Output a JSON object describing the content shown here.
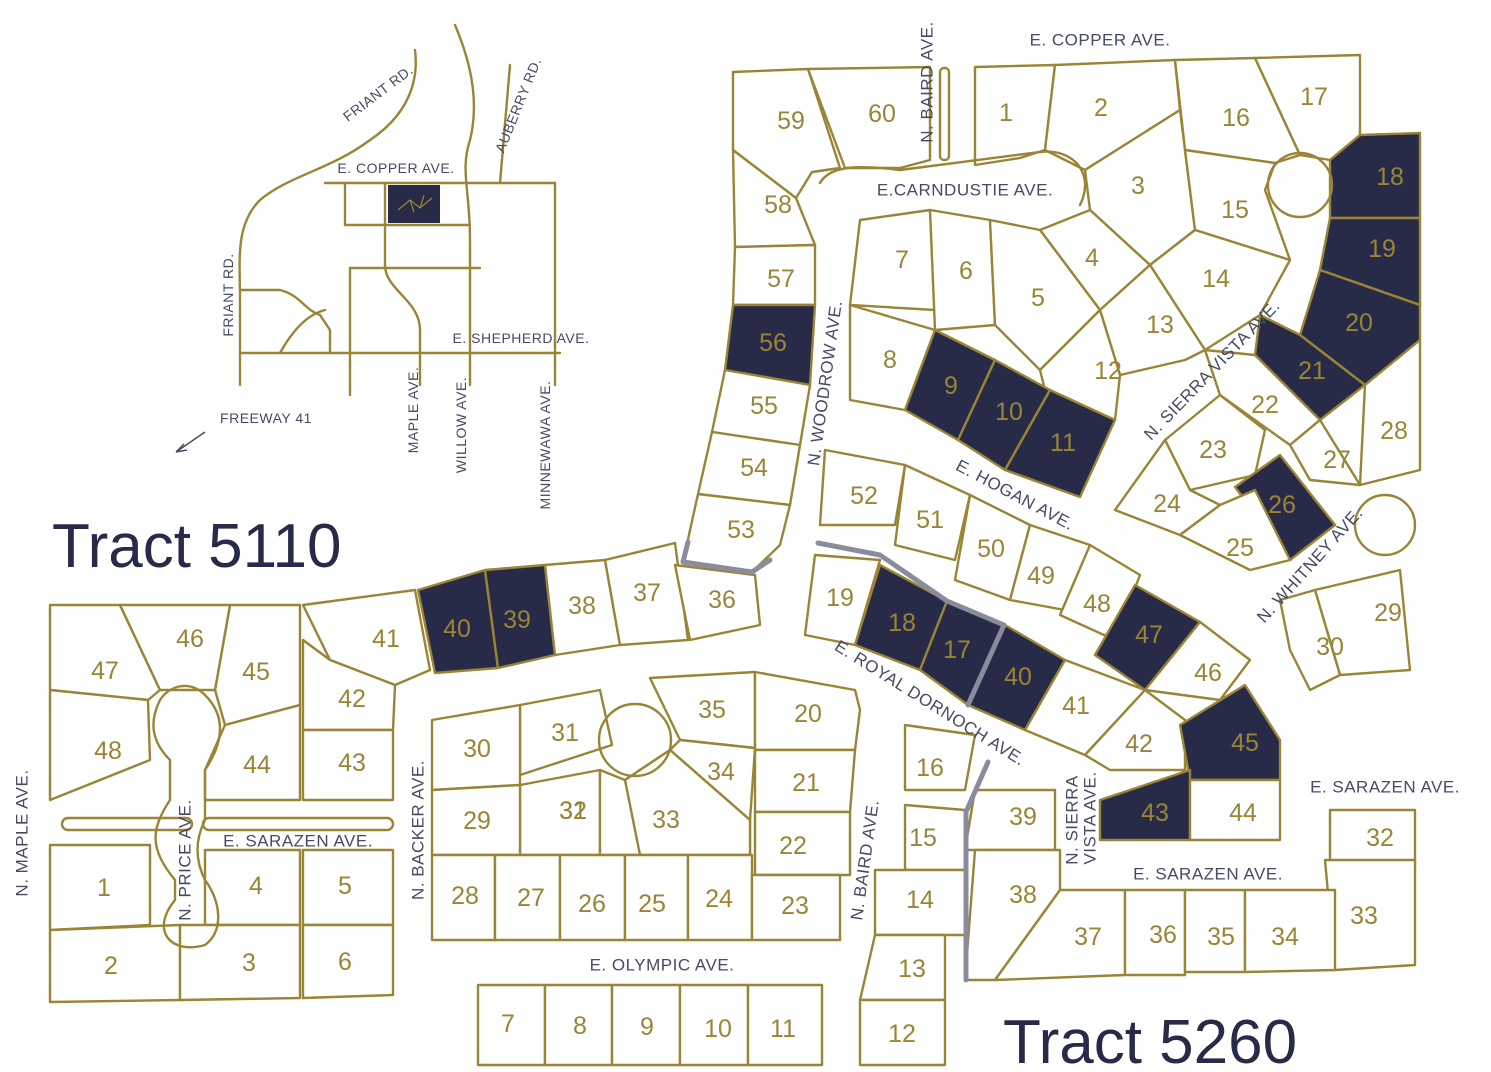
{
  "colors": {
    "lot_outline": "#9a8436",
    "sold_fill": "#272b48",
    "tract_boundary": "#8a8c9e",
    "label": "#464a63"
  },
  "tracts": {
    "t5110": "Tract 5110",
    "t5260": "Tract 5260"
  },
  "locator": {
    "roads": [
      "FRIANT RD.",
      "AUBERRY RD.",
      "E. COPPER AVE.",
      "FRIANT RD.",
      "E. SHEPHERD AVE.",
      "FREEWAY 41",
      "MAPLE AVE.",
      "WILLOW AVE.",
      "MINNEWAWA AVE."
    ],
    "arrow_icon": "arrow-southwest-icon"
  },
  "streets": [
    "E. COPPER AVE.",
    "N. BAIRD AVE.",
    "E.CARNDUSTIE AVE.",
    "N. WOODROW AVE.",
    "N. SIERRA VISTA AVE.",
    "E. HOGAN AVE.",
    "N. WHITNEY AVE.",
    "E. ROYAL DORNOCH AVE.",
    "E. SARAZEN AVE.",
    "N. SIERRA",
    "VISTA AVE.",
    "E. SARAZEN AVE.",
    "N. BAIRD AVE.",
    "N. BACKER AVE.",
    "E. OLYMPIC AVE.",
    "N. PRICE AVE.",
    "E. SARAZEN AVE.",
    "N. MAPLE AVE."
  ],
  "lots": [
    {
      "n": "59",
      "sold": false
    },
    {
      "n": "60",
      "sold": false
    },
    {
      "n": "1",
      "sold": false
    },
    {
      "n": "2",
      "sold": false
    },
    {
      "n": "16",
      "sold": false
    },
    {
      "n": "17",
      "sold": false
    },
    {
      "n": "18",
      "sold": true
    },
    {
      "n": "3",
      "sold": false
    },
    {
      "n": "15",
      "sold": false
    },
    {
      "n": "58",
      "sold": false
    },
    {
      "n": "19",
      "sold": true
    },
    {
      "n": "7",
      "sold": false
    },
    {
      "n": "6",
      "sold": false
    },
    {
      "n": "4",
      "sold": false
    },
    {
      "n": "14",
      "sold": false
    },
    {
      "n": "57",
      "sold": false
    },
    {
      "n": "5",
      "sold": false
    },
    {
      "n": "20",
      "sold": true
    },
    {
      "n": "13",
      "sold": false
    },
    {
      "n": "56",
      "sold": true
    },
    {
      "n": "8",
      "sold": false
    },
    {
      "n": "9",
      "sold": true
    },
    {
      "n": "12",
      "sold": false
    },
    {
      "n": "21",
      "sold": true
    },
    {
      "n": "10",
      "sold": true
    },
    {
      "n": "22",
      "sold": false
    },
    {
      "n": "55",
      "sold": false
    },
    {
      "n": "28",
      "sold": false
    },
    {
      "n": "11",
      "sold": true
    },
    {
      "n": "23",
      "sold": false
    },
    {
      "n": "27",
      "sold": false
    },
    {
      "n": "54",
      "sold": false
    },
    {
      "n": "52",
      "sold": false
    },
    {
      "n": "24",
      "sold": false
    },
    {
      "n": "26",
      "sold": true
    },
    {
      "n": "51",
      "sold": false
    },
    {
      "n": "53",
      "sold": false
    },
    {
      "n": "25",
      "sold": false
    },
    {
      "n": "50",
      "sold": false
    },
    {
      "n": "49",
      "sold": false
    },
    {
      "n": "40",
      "sold": true
    },
    {
      "n": "39",
      "sold": true
    },
    {
      "n": "38",
      "sold": false
    },
    {
      "n": "37",
      "sold": false
    },
    {
      "n": "36",
      "sold": false
    },
    {
      "n": "19",
      "sold": false
    },
    {
      "n": "48",
      "sold": false
    },
    {
      "n": "18",
      "sold": true
    },
    {
      "n": "29",
      "sold": false
    },
    {
      "n": "47",
      "sold": true
    },
    {
      "n": "46",
      "sold": false
    },
    {
      "n": "41",
      "sold": false
    },
    {
      "n": "17",
      "sold": true
    },
    {
      "n": "30",
      "sold": false
    },
    {
      "n": "47",
      "sold": false
    },
    {
      "n": "45",
      "sold": false
    },
    {
      "n": "40",
      "sold": true
    },
    {
      "n": "46",
      "sold": false
    },
    {
      "n": "35",
      "sold": false
    },
    {
      "n": "20",
      "sold": false
    },
    {
      "n": "41",
      "sold": false
    },
    {
      "n": "42",
      "sold": false
    },
    {
      "n": "31",
      "sold": false
    },
    {
      "n": "42",
      "sold": false
    },
    {
      "n": "30",
      "sold": false
    },
    {
      "n": "45",
      "sold": true
    },
    {
      "n": "48",
      "sold": false
    },
    {
      "n": "44",
      "sold": false
    },
    {
      "n": "43",
      "sold": false
    },
    {
      "n": "16",
      "sold": false
    },
    {
      "n": "34",
      "sold": false
    },
    {
      "n": "21",
      "sold": false
    },
    {
      "n": "31",
      "sold": false
    },
    {
      "n": "43",
      "sold": true
    },
    {
      "n": "44",
      "sold": false
    },
    {
      "n": "32",
      "sold": false
    },
    {
      "n": "39",
      "sold": false
    },
    {
      "n": "29",
      "sold": false
    },
    {
      "n": "32",
      "sold": false
    },
    {
      "n": "33",
      "sold": false
    },
    {
      "n": "15",
      "sold": false
    },
    {
      "n": "22",
      "sold": false
    },
    {
      "n": "28",
      "sold": false
    },
    {
      "n": "27",
      "sold": false
    },
    {
      "n": "26",
      "sold": false
    },
    {
      "n": "25",
      "sold": false
    },
    {
      "n": "24",
      "sold": false
    },
    {
      "n": "23",
      "sold": false
    },
    {
      "n": "4",
      "sold": false
    },
    {
      "n": "5",
      "sold": false
    },
    {
      "n": "1",
      "sold": false
    },
    {
      "n": "14",
      "sold": false
    },
    {
      "n": "38",
      "sold": false
    },
    {
      "n": "33",
      "sold": false
    },
    {
      "n": "37",
      "sold": false
    },
    {
      "n": "36",
      "sold": false
    },
    {
      "n": "35",
      "sold": false
    },
    {
      "n": "34",
      "sold": false
    },
    {
      "n": "2",
      "sold": false
    },
    {
      "n": "3",
      "sold": false
    },
    {
      "n": "6",
      "sold": false
    },
    {
      "n": "13",
      "sold": false
    },
    {
      "n": "7",
      "sold": false
    },
    {
      "n": "8",
      "sold": false
    },
    {
      "n": "9",
      "sold": false
    },
    {
      "n": "10",
      "sold": false
    },
    {
      "n": "11",
      "sold": false
    },
    {
      "n": "12",
      "sold": false
    }
  ]
}
